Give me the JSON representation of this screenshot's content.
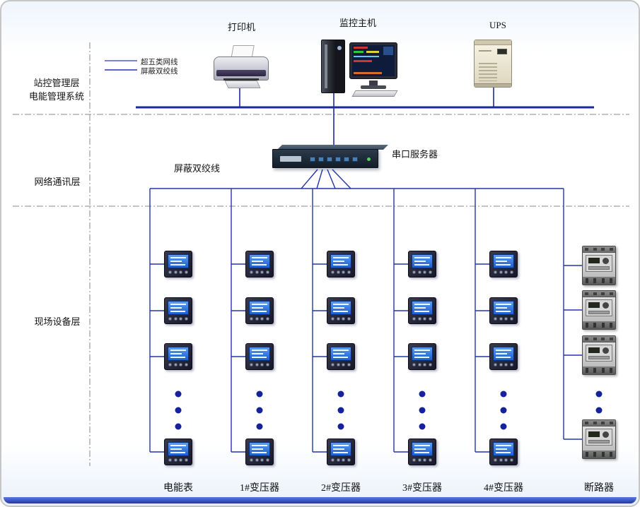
{
  "legend": {
    "items": [
      {
        "label": "超五类网线"
      },
      {
        "label": "屏蔽双绞线"
      }
    ]
  },
  "layers": {
    "station": {
      "line1": "站控管理层",
      "line2": "电能管理系统"
    },
    "network": {
      "label": "网络通讯层"
    },
    "field": {
      "label": "现场设备层"
    }
  },
  "top_devices": {
    "printer": {
      "label": "打印机"
    },
    "host": {
      "label": "监控主机"
    },
    "ups": {
      "label": "UPS"
    }
  },
  "network_layer": {
    "serial_server_label": "串口服务器",
    "twisted_pair_label": "屏蔽双绞线"
  },
  "field_columns": [
    {
      "label": "电能表",
      "device": "meter"
    },
    {
      "label": "1#变压器",
      "device": "meter"
    },
    {
      "label": "2#变压器",
      "device": "meter"
    },
    {
      "label": "3#变压器",
      "device": "meter"
    },
    {
      "label": "4#变压器",
      "device": "meter"
    },
    {
      "label": "断路器",
      "device": "breaker"
    }
  ],
  "colors": {
    "bus": "#1b2a9b",
    "wire": "#2435a8",
    "separator": "#8a8a8a",
    "dot": "#16229b"
  }
}
